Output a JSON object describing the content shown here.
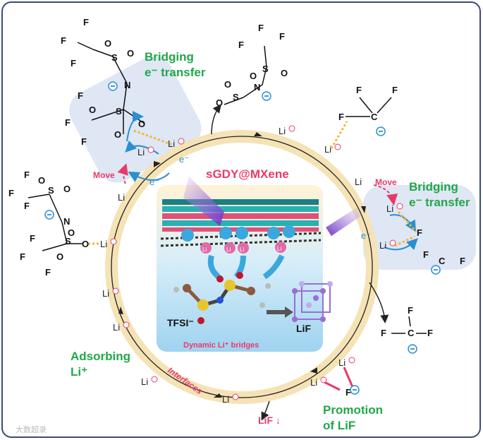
{
  "labels": {
    "bridging_top": [
      "Bridging",
      "e⁻ transfer"
    ],
    "bridging_right": [
      "Bridging",
      "e⁻ transfer"
    ],
    "adsorbing": [
      "Adsorbing",
      "Li⁺"
    ],
    "promotion": [
      "Promotion",
      "of LiF"
    ],
    "center_title": "sGDY@MXene",
    "dynamic_bridges": "Dynamic Li⁺ bridges",
    "tfsi": "TFSI⁻",
    "lif_center": "LiF",
    "interfaces": "Interfaces",
    "lif_out": "LiF ↓",
    "move": "Move",
    "electron": "e⁻",
    "li": "Li",
    "watermark": "大数超录"
  },
  "colors": {
    "green": "#1fa84a",
    "pink": "#e83a6a",
    "ring": "#f5e3b5",
    "panel_blue": "#bfe1f5",
    "electron": "#3aa7dd"
  }
}
